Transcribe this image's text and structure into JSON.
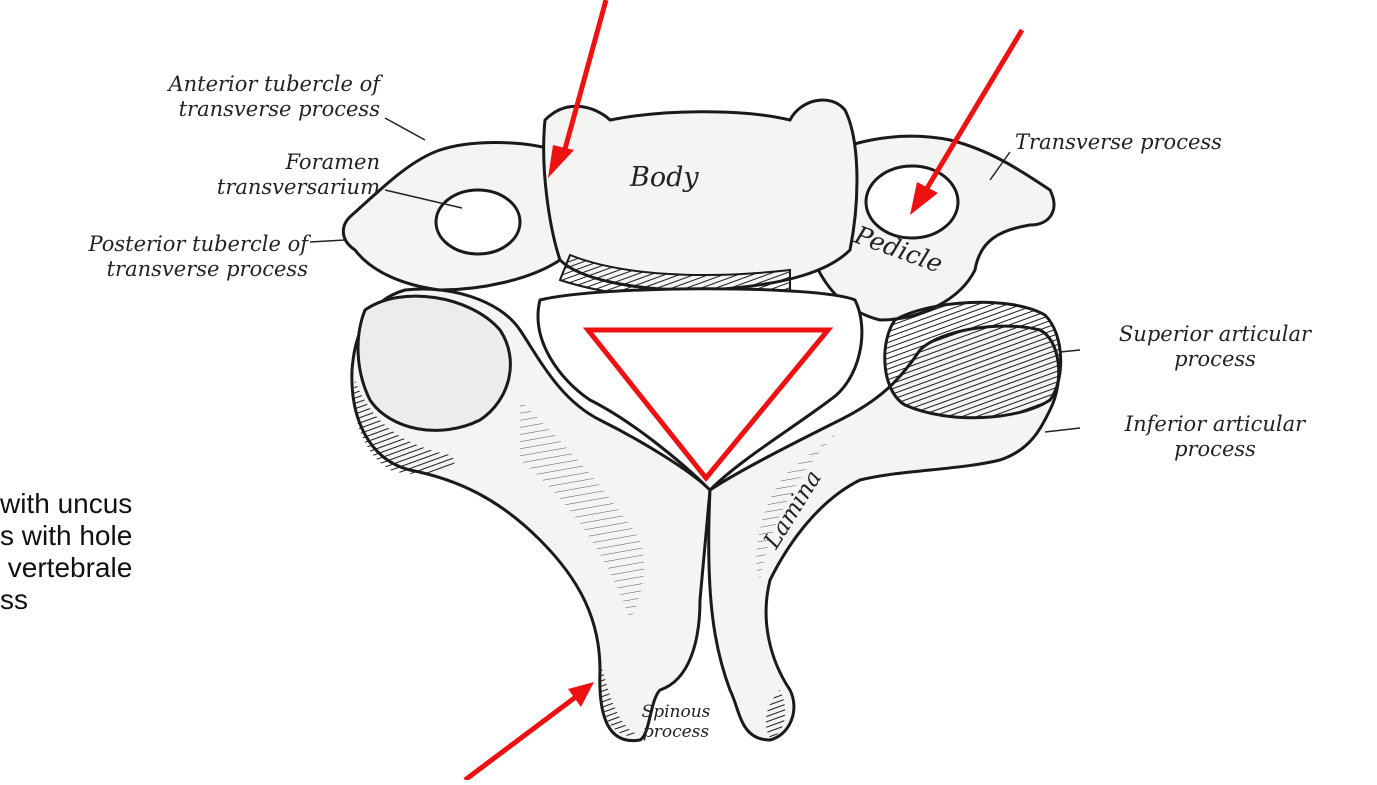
{
  "labels": {
    "anterior_tubercle": [
      "Anterior tubercle of",
      "transverse process"
    ],
    "foramen": [
      "Foramen",
      "transversarium"
    ],
    "posterior_tubercle": [
      "Posterior tubercle of",
      "transverse process"
    ],
    "body": "Body",
    "pedicle": "Pedicle",
    "transverse_process": "Transverse process",
    "superior_articular": [
      "Superior articular",
      "process"
    ],
    "inferior_articular": [
      "Inferior articular",
      "process"
    ],
    "lamina": "Lamina",
    "spinous": [
      "Spinous",
      "process"
    ]
  },
  "side_text": [
    "with uncus",
    "s with hole",
    " vertebrale",
    "ss"
  ],
  "colors": {
    "annotation": "#ee1111",
    "ink": "#1a1a1a",
    "bone": "#f4f4f2"
  }
}
